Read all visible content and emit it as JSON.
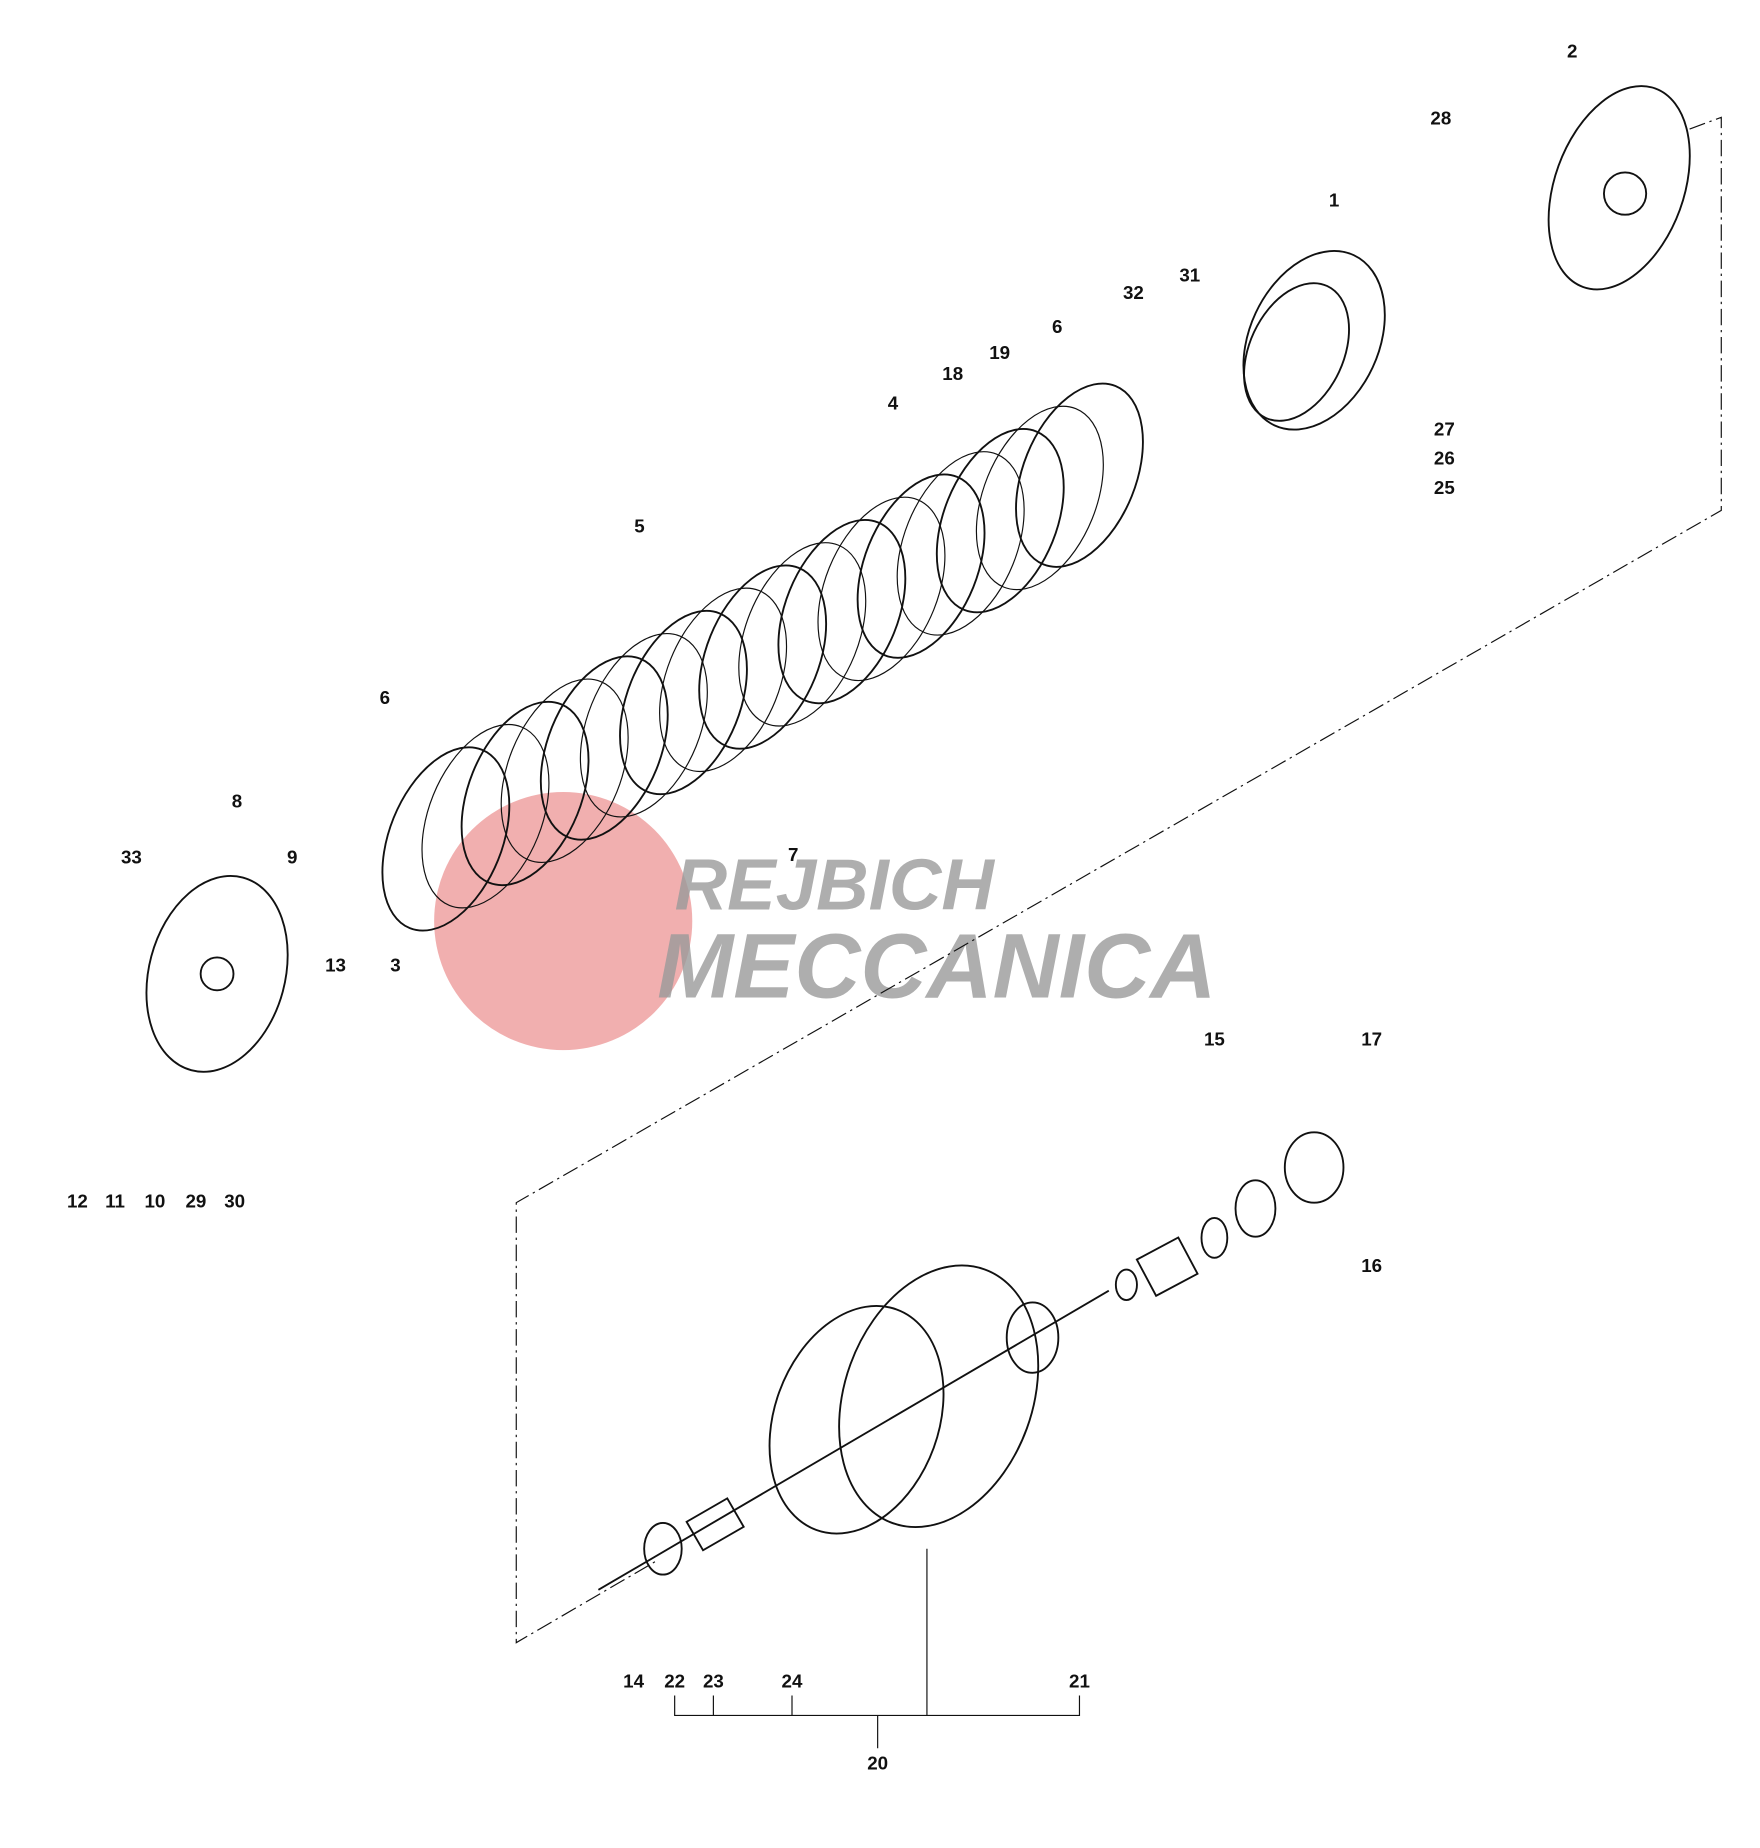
{
  "diagram": {
    "title": "Clutch exploded parts diagram",
    "callouts": [
      "2",
      "28",
      "1",
      "31",
      "32",
      "6",
      "19",
      "18",
      "4",
      "27",
      "26",
      "25",
      "5",
      "6",
      "8",
      "33",
      "9",
      "7",
      "13",
      "3",
      "15",
      "17",
      "12",
      "11",
      "10",
      "29",
      "30",
      "16",
      "14",
      "22",
      "23",
      "24",
      "21",
      "20"
    ]
  },
  "watermark": {
    "line1": "REJBICH",
    "line2": "MECCANICA",
    "color": "#e87a7a"
  }
}
